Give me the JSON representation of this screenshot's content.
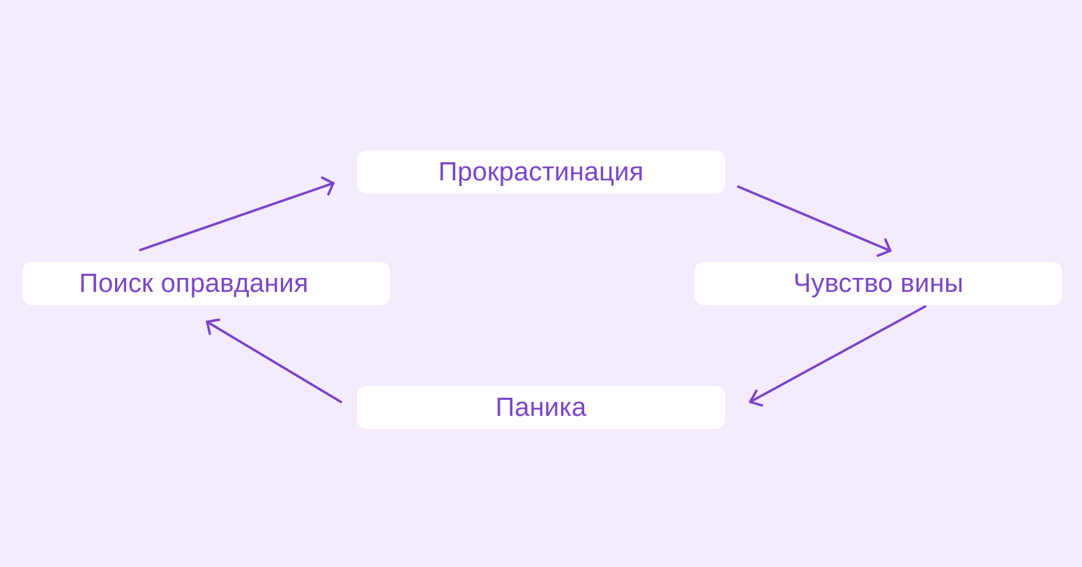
{
  "diagram": {
    "nodes": [
      {
        "id": "procrastination",
        "label": "Прокрастинация"
      },
      {
        "id": "guilt",
        "label": "Чувство вины"
      },
      {
        "id": "panic",
        "label": "Паника"
      },
      {
        "id": "excuse",
        "label": "Поиск оправдания"
      }
    ],
    "edges": [
      {
        "from": "procrastination",
        "to": "guilt"
      },
      {
        "from": "guilt",
        "to": "panic"
      },
      {
        "from": "panic",
        "to": "excuse"
      },
      {
        "from": "excuse",
        "to": "procrastination"
      }
    ]
  },
  "colors": {
    "background": "#f4ebfd",
    "node_fill": "#ffffff",
    "accent": "#7b45c9"
  },
  "icons": {
    "arrow": "arrow-icon"
  }
}
